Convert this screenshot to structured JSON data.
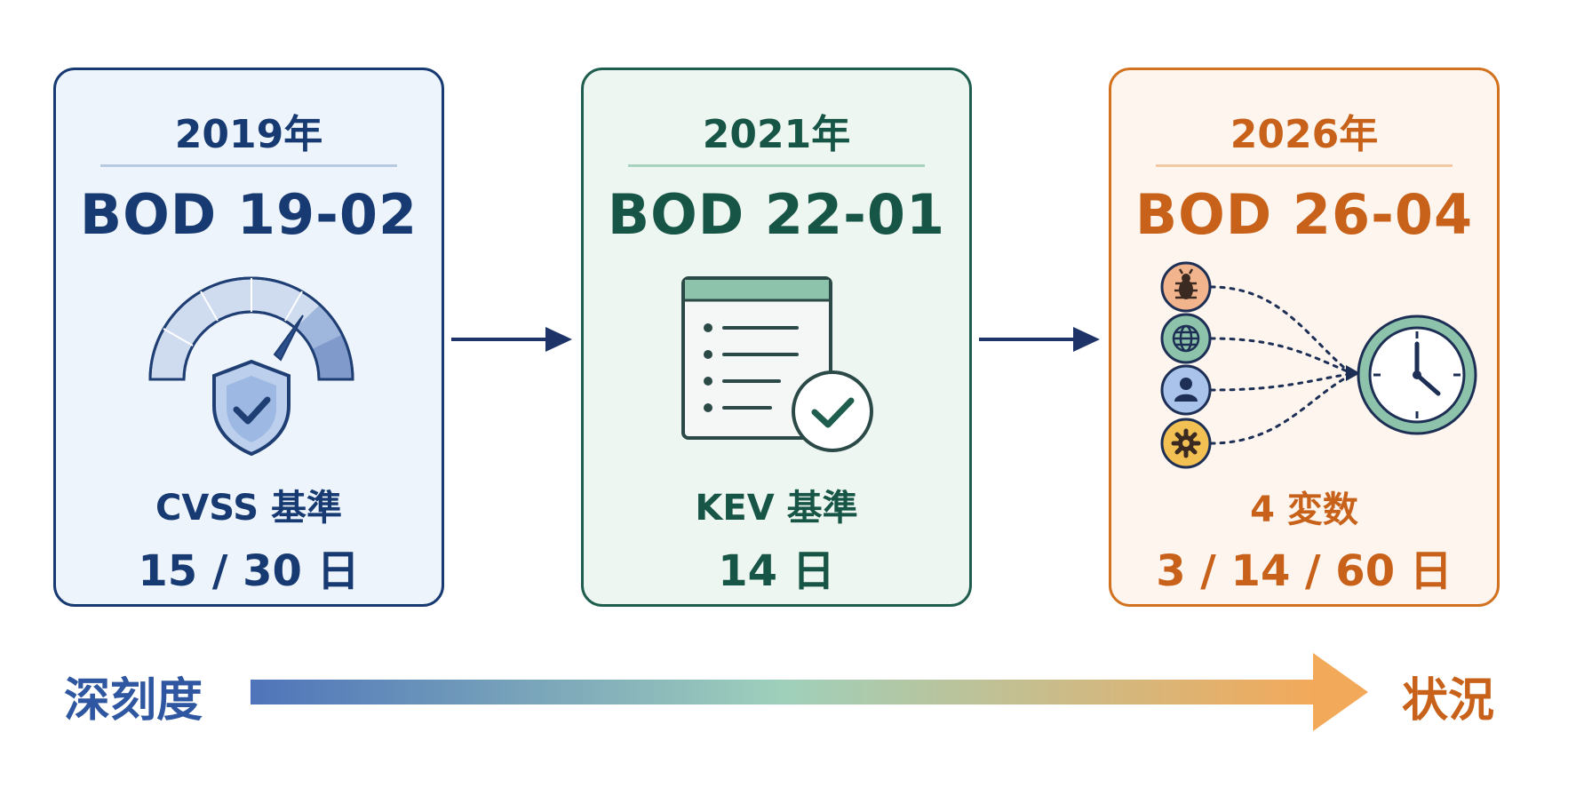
{
  "cards": [
    {
      "year": "2019年",
      "code": "BOD 19-02",
      "label": "CVSS 基準",
      "days": "15 / 30 日"
    },
    {
      "year": "2021年",
      "code": "BOD 22-01",
      "label": "KEV 基準",
      "days": "14 日"
    },
    {
      "year": "2026年",
      "code": "BOD 26-04",
      "label": "4 変数",
      "days": "3 / 14 / 60 日"
    }
  ],
  "scale": {
    "left": "深刻度",
    "right": "状況"
  },
  "colors": {
    "blue": "#163a71",
    "green": "#1f5e4f",
    "orange": "#d2721f"
  },
  "icons": [
    "gauge-icon",
    "shield-check-icon",
    "checklist-icon",
    "check-circle-icon",
    "bug-icon",
    "globe-icon",
    "user-icon",
    "gear-icon",
    "clock-icon"
  ]
}
